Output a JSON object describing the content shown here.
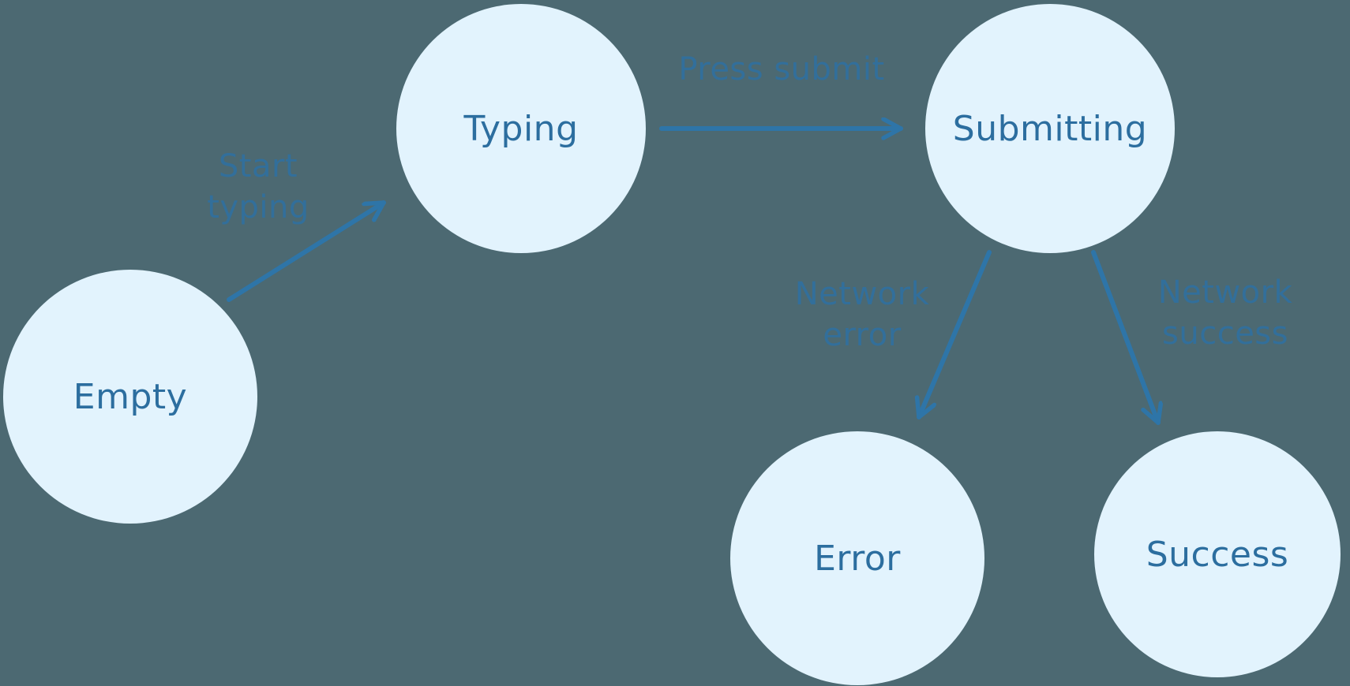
{
  "diagram": {
    "kind": "state-machine-flowchart",
    "nodes": [
      {
        "id": "empty",
        "label": "Empty"
      },
      {
        "id": "typing",
        "label": "Typing"
      },
      {
        "id": "submitting",
        "label": "Submitting"
      },
      {
        "id": "error",
        "label": "Error"
      },
      {
        "id": "success",
        "label": "Success"
      }
    ],
    "edges": [
      {
        "from": "empty",
        "to": "typing",
        "label": "Start typing"
      },
      {
        "from": "typing",
        "to": "submitting",
        "label": "Press submit"
      },
      {
        "from": "submitting",
        "to": "error",
        "label": "Network error"
      },
      {
        "from": "submitting",
        "to": "success",
        "label": "Network success"
      }
    ],
    "colors": {
      "background": "#4C6972",
      "node_fill": "#E2F3FD",
      "node_text": "#2C6E9F",
      "arrow": "#2E75A8",
      "edge_label": "#30709F"
    }
  }
}
